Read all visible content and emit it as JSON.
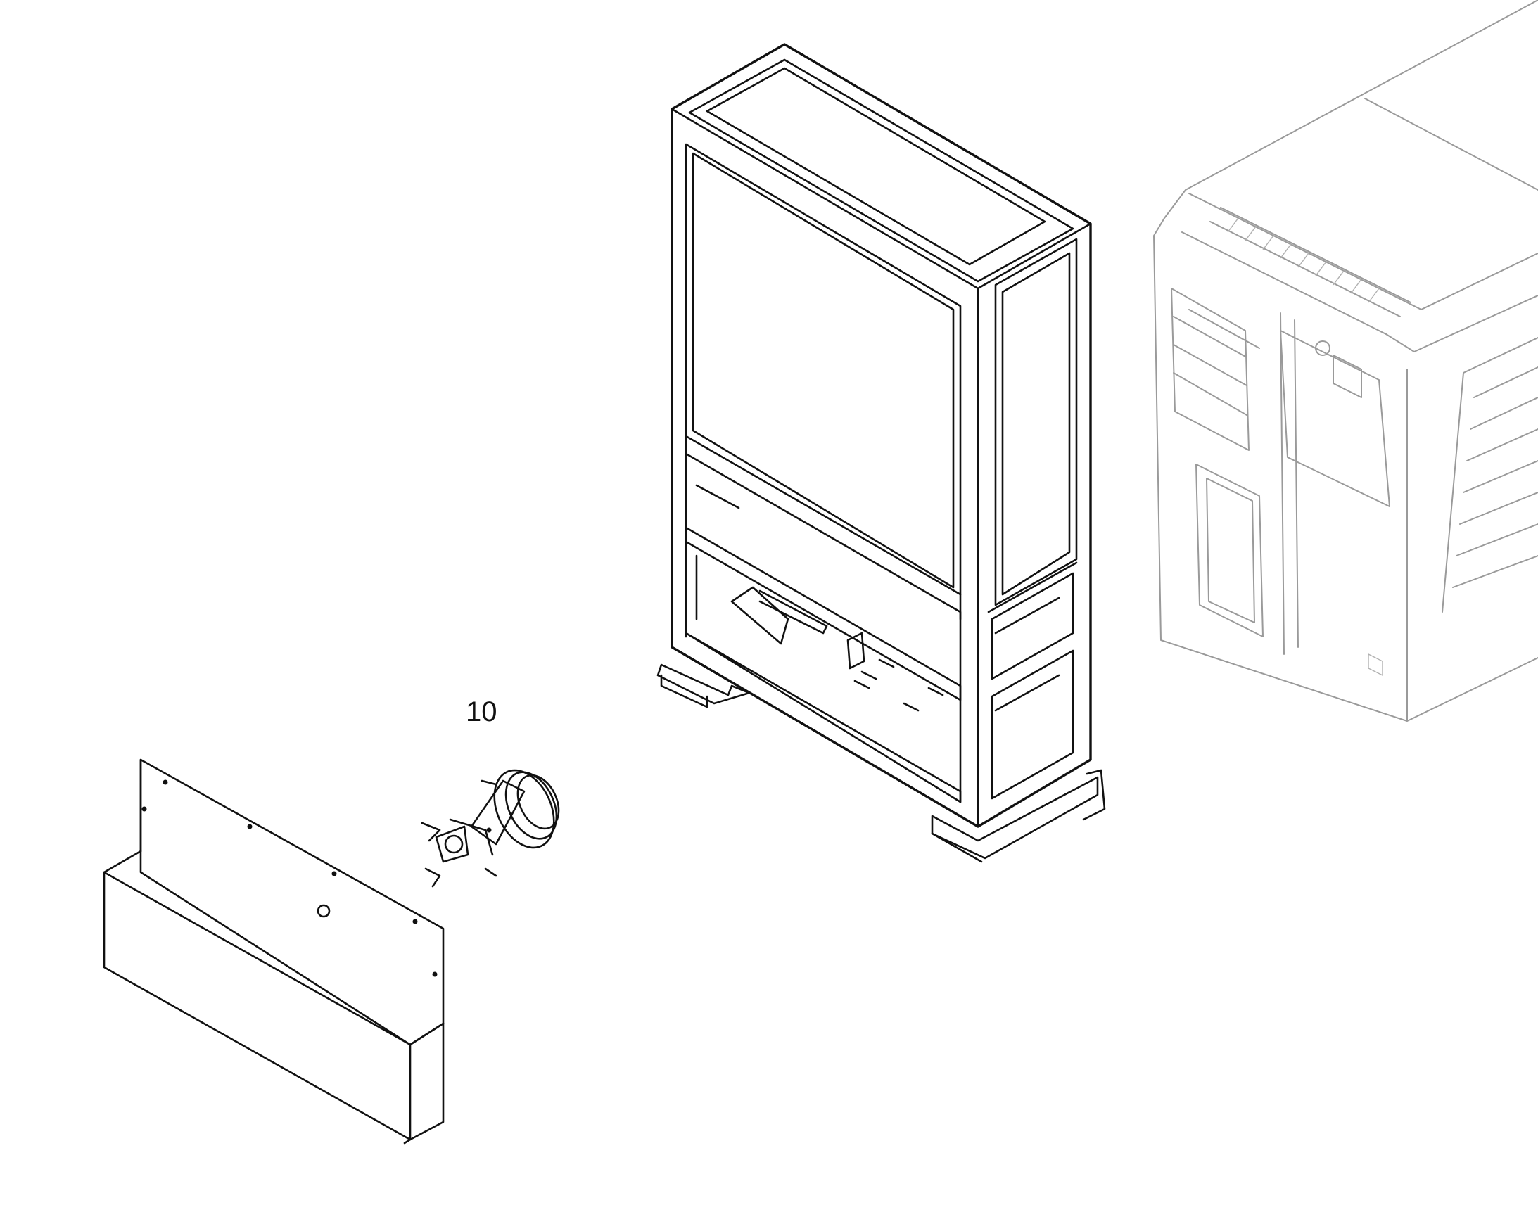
{
  "diagram": {
    "callouts": [
      {
        "id": "compressor",
        "label": "10"
      }
    ],
    "parts": [
      "cabinet-frame",
      "background-unit",
      "cover-panel",
      "compressor",
      "mounting-bracket",
      "drive-belt",
      "electric-motor",
      "pulley",
      "mounting-feet"
    ]
  }
}
